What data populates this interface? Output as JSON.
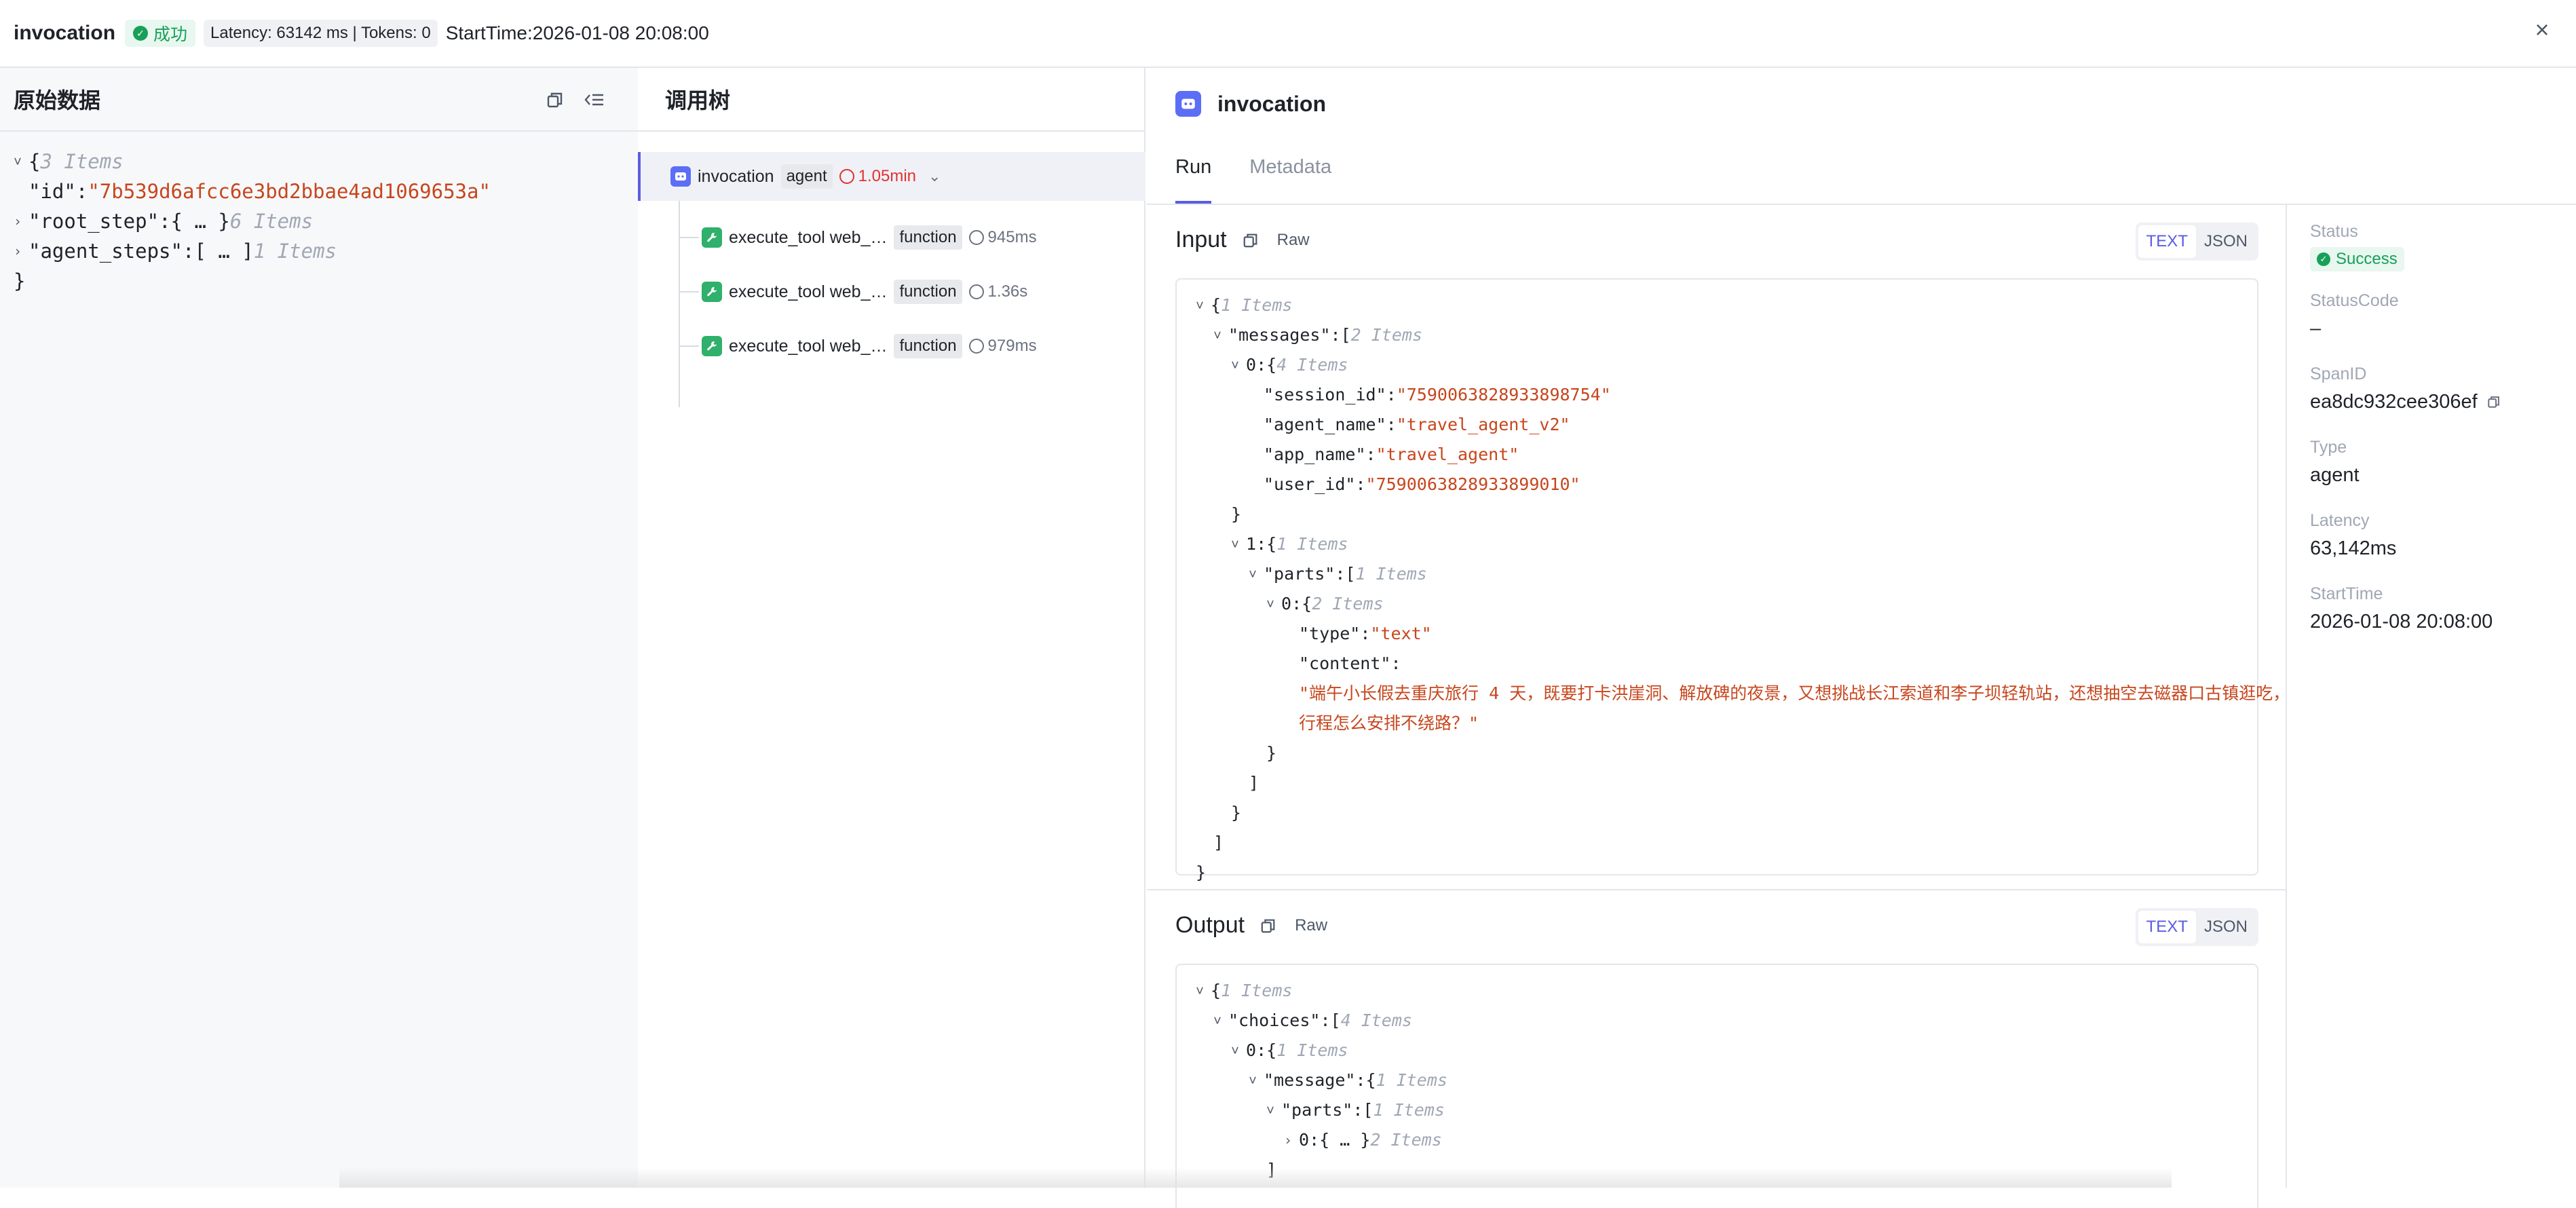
{
  "header": {
    "title": "invocation",
    "status": "成功",
    "latency_tokens": "Latency: 63142 ms | Tokens: 0",
    "start_time": "StartTime:2026-01-08 20:08:00",
    "close": "×"
  },
  "raw_panel": {
    "title": "原始数据",
    "lines": [
      {
        "caret": "˅",
        "text": "{",
        "hint": "3 Items"
      },
      {
        "key": "\"id\"",
        "colon": ": ",
        "str": "\"7b539d6afcc6e3bd2bbae4ad1069653a\""
      },
      {
        "caret": "›",
        "key": "\"root_step\"",
        "colon": ": ",
        "text": "{ … }",
        "hint": "6 Items"
      },
      {
        "caret": "›",
        "key": "\"agent_steps\"",
        "colon": ": ",
        "text": "[ … ]",
        "hint": "1 Items"
      },
      {
        "text": "}"
      }
    ]
  },
  "call_tree": {
    "title": "调用树",
    "root": {
      "name": "invocation",
      "type": "agent",
      "duration": "1.05min"
    },
    "children": [
      {
        "name": "execute_tool web_…",
        "type": "function",
        "duration": "945ms"
      },
      {
        "name": "execute_tool web_…",
        "type": "function",
        "duration": "1.36s"
      },
      {
        "name": "execute_tool web_…",
        "type": "function",
        "duration": "979ms"
      }
    ]
  },
  "detail": {
    "title": "invocation",
    "tabs": [
      {
        "label": "Run"
      },
      {
        "label": "Metadata"
      }
    ],
    "input": {
      "title": "Input",
      "raw": "Raw",
      "toggle": [
        "TEXT",
        "JSON"
      ],
      "lines": [
        {
          "indent": 0,
          "caret": "˅",
          "text": "{",
          "hint": "1 Items"
        },
        {
          "indent": 1,
          "caret": "˅",
          "key": "\"messages\"",
          "colon": ": ",
          "text": "[",
          "hint": "2 Items"
        },
        {
          "indent": 2,
          "caret": "˅",
          "key": "0",
          "colon": ": ",
          "text": "{",
          "hint": "4 Items"
        },
        {
          "indent": 3,
          "key": "\"session_id\"",
          "colon": ": ",
          "str": "\"7590063828933898754\""
        },
        {
          "indent": 3,
          "key": "\"agent_name\"",
          "colon": ": ",
          "str": "\"travel_agent_v2\""
        },
        {
          "indent": 3,
          "key": "\"app_name\"",
          "colon": ": ",
          "str": "\"travel_agent\""
        },
        {
          "indent": 3,
          "key": "\"user_id\"",
          "colon": ": ",
          "str": "\"7590063828933899010\""
        },
        {
          "indent": 2,
          "text": "}"
        },
        {
          "indent": 2,
          "caret": "˅",
          "key": "1",
          "colon": ": ",
          "text": "{",
          "hint": "1 Items"
        },
        {
          "indent": 3,
          "caret": "˅",
          "key": "\"parts\"",
          "colon": ": ",
          "text": "[",
          "hint": "1 Items"
        },
        {
          "indent": 4,
          "caret": "˅",
          "key": "0",
          "colon": ": ",
          "text": "{",
          "hint": "2 Items"
        },
        {
          "indent": 5,
          "key": "\"type\"",
          "colon": ": ",
          "str": "\"text\""
        },
        {
          "indent": 5,
          "key": "\"content\"",
          "colon": ":"
        },
        {
          "indent": 5,
          "str": "\"端午小长假去重庆旅行 4 天，既要打卡洪崖洞、解放碑的夜景，又想挑战长江索道和李子坝轻轨站，还想抽空去磁器口古镇逛吃，"
        },
        {
          "indent": 5,
          "str": "行程怎么安排不绕路？\""
        },
        {
          "indent": 4,
          "text": "}"
        },
        {
          "indent": 3,
          "text": "]"
        },
        {
          "indent": 2,
          "text": "}"
        },
        {
          "indent": 1,
          "text": "]"
        },
        {
          "indent": 0,
          "text": "}"
        }
      ]
    },
    "output": {
      "title": "Output",
      "raw": "Raw",
      "toggle": [
        "TEXT",
        "JSON"
      ],
      "lines": [
        {
          "indent": 0,
          "caret": "˅",
          "text": "{",
          "hint": "1 Items"
        },
        {
          "indent": 1,
          "caret": "˅",
          "key": "\"choices\"",
          "colon": ": ",
          "text": "[",
          "hint": "4 Items"
        },
        {
          "indent": 2,
          "caret": "˅",
          "key": "0",
          "colon": ": ",
          "text": "{",
          "hint": "1 Items"
        },
        {
          "indent": 3,
          "caret": "˅",
          "key": "\"message\"",
          "colon": ": ",
          "text": "{",
          "hint": "1 Items"
        },
        {
          "indent": 4,
          "caret": "˅",
          "key": "\"parts\"",
          "colon": ": ",
          "text": "[",
          "hint": "1 Items"
        },
        {
          "indent": 5,
          "caret": "›",
          "key": "0",
          "colon": ": ",
          "text": "{ … }",
          "hint": "2 Items"
        },
        {
          "indent": 4,
          "text": "]"
        }
      ]
    },
    "side": {
      "status_label": "Status",
      "status_value": "Success",
      "status_code_label": "StatusCode",
      "status_code_value": "–",
      "span_label": "SpanID",
      "span_value": "ea8dc932cee306ef",
      "type_label": "Type",
      "type_value": "agent",
      "latency_label": "Latency",
      "latency_value": "63,142ms",
      "start_label": "StartTime",
      "start_value": "2026-01-08 20:08:00"
    }
  },
  "colors": {
    "accent": "#5b5ce2",
    "success": "#18a058",
    "string": "#c7461d",
    "hint": "#a0a7b4",
    "duration_red": "#e03131"
  }
}
